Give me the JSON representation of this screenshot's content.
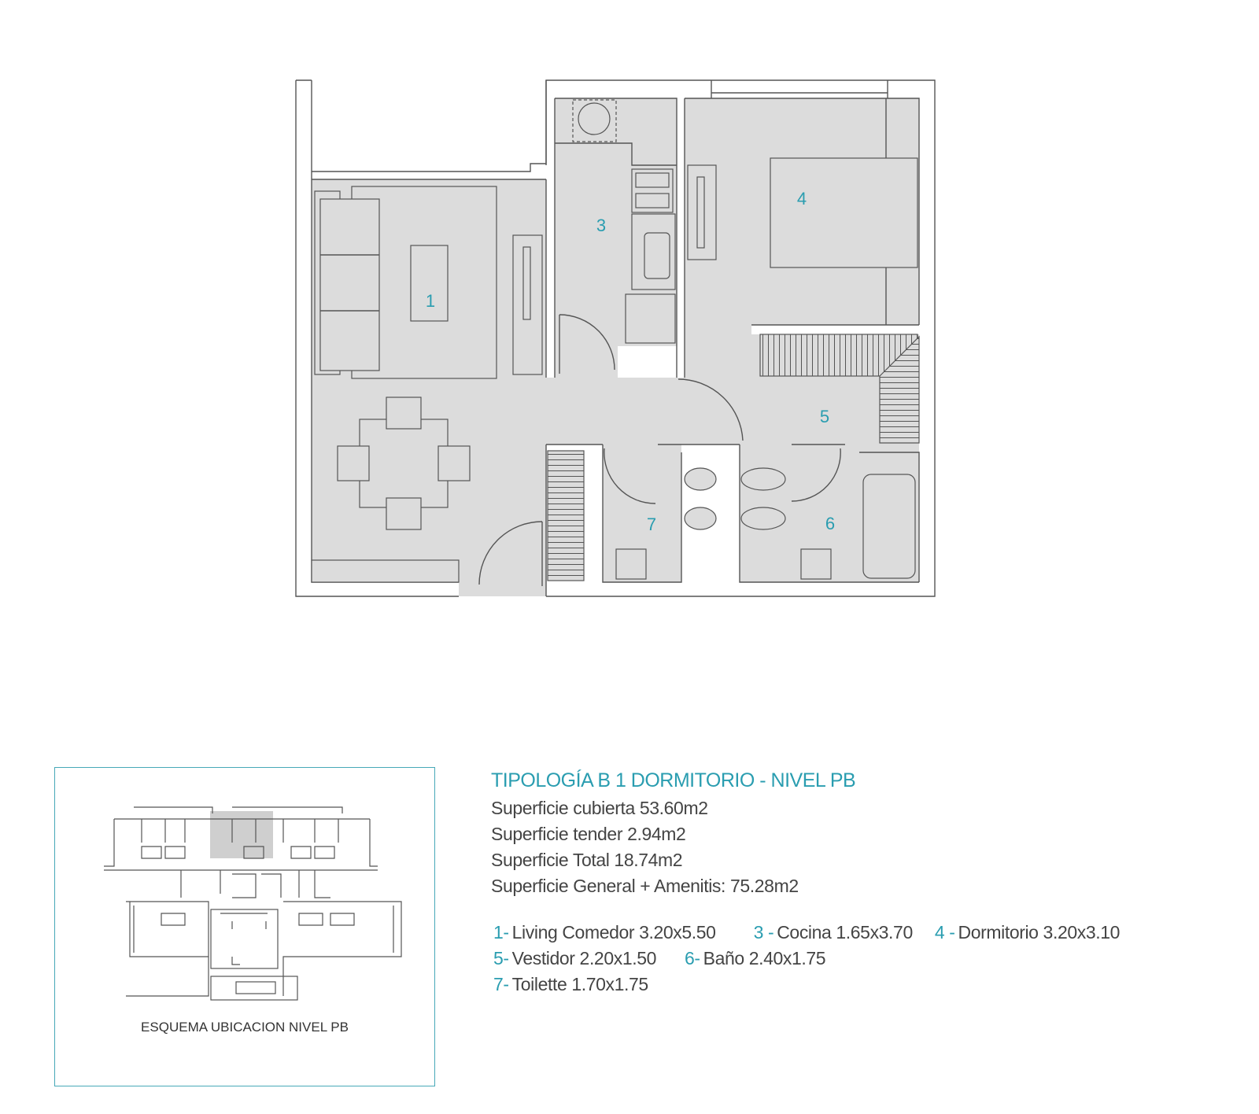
{
  "plan": {
    "rooms": [
      "1",
      "3",
      "4",
      "5",
      "6",
      "7"
    ]
  },
  "location_map": {
    "caption": "ESQUEMA UBICACION NIVEL PB"
  },
  "info": {
    "title": "TIPOLOGÍA B 1 DORMITORIO -  NIVEL PB",
    "lines": [
      "Superficie cubierta 53.60m2",
      "Superficie tender 2.94m2",
      "Superficie Total 18.74m2",
      "Superficie General + Amenitis: 75.28m2"
    ]
  },
  "legend": [
    {
      "num": "1-",
      "text": "Living Comedor 3.20x5.50"
    },
    {
      "num": "3 -",
      "text": "Cocina 1.65x3.70"
    },
    {
      "num": "4 -",
      "text": "Dormitorio  3.20x3.10"
    },
    {
      "num": "5-",
      "text": "Vestidor 2.20x1.50"
    },
    {
      "num": "6-",
      "text": "Baño 2.40x1.75"
    },
    {
      "num": "7-",
      "text": "Toilette 1.70x1.75"
    }
  ],
  "colors": {
    "accent": "#2a9db0",
    "floor": "#dcdcdc",
    "line": "#555555"
  }
}
